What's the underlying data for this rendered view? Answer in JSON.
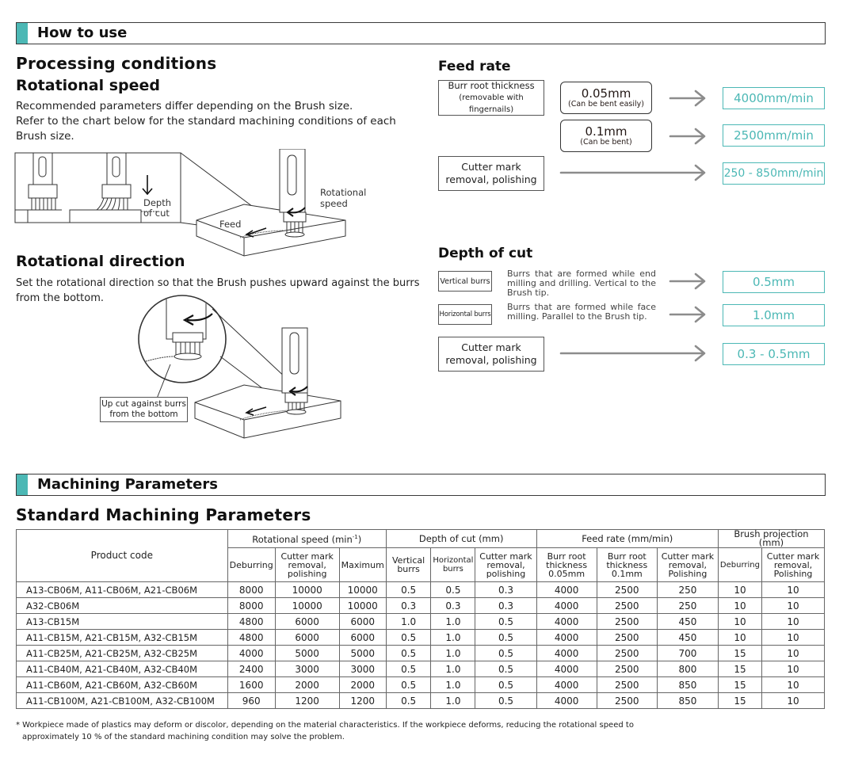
{
  "how_to_use": {
    "section_title": "How to use",
    "processing_conditions": "Processing conditions",
    "rotational_speed": {
      "title": "Rotational speed",
      "line1": "Recommended parameters differ depending on the Brush size.",
      "line2": "Refer to the chart below for the standard machining conditions of each",
      "line3": "Brush size."
    },
    "illustration1": {
      "depth_of_cut_line1": "Depth",
      "depth_of_cut_line2": "of cut",
      "rotational_line1": "Rotational",
      "rotational_line2": "speed",
      "feed": "Feed"
    },
    "rotational_direction": {
      "title": "Rotational direction",
      "line1": "Set the rotational direction so that the Brush pushes upward against the burrs",
      "line2": "from the bottom."
    },
    "illustration2": {
      "callout_line1": "Up cut against burrs",
      "callout_line2": "from the bottom"
    },
    "feed_rate": {
      "title": "Feed rate",
      "burr_root_line1": "Burr root thickness",
      "burr_root_line2": "(removable with fingernails)",
      "opt1_value": "0.05mm",
      "opt1_note": "(Can be bent easily)",
      "opt1_result": "4000mm/min",
      "opt2_value": "0.1mm",
      "opt2_note": "(Can be bent)",
      "opt2_result": "2500mm/min",
      "cutter_line1": "Cutter mark",
      "cutter_line2": "removal, polishing",
      "cutter_result": "250 - 850mm/min"
    },
    "depth_of_cut": {
      "title": "Depth of cut",
      "vertical_label": "Vertical burrs",
      "vertical_desc": "Burrs that are formed while end milling and drilling. Vertical to the Brush tip.",
      "vertical_result": "0.5mm",
      "horizontal_label": "Horizontal burrs",
      "horizontal_desc": "Burrs that are formed while face milling. Parallel to the Brush tip.",
      "horizontal_result": "1.0mm",
      "cutter_line1": "Cutter mark",
      "cutter_line2": "removal, polishing",
      "cutter_result": "0.3 - 0.5mm"
    }
  },
  "machining": {
    "section_title": "Machining Parameters",
    "table_title": "Standard Machining Parameters",
    "headers": {
      "product_code": "Product code",
      "rot_speed": "Rotational speed (min",
      "rot_speed_sup": "-1",
      "rot_speed_close": ")",
      "depth": "Depth of cut (mm)",
      "feed": "Feed rate (mm/min)",
      "projection": "Brush projection (mm)",
      "deburring": "Deburring",
      "cutter_removal": "Cutter mark removal, polishing",
      "maximum": "Maximum",
      "vertical_burrs": "Vertical burrs",
      "horizontal_burrs": "Horizontal burrs",
      "burr_005": "Burr root thickness 0.05mm",
      "burr_01": "Burr root thickness 0.1mm",
      "cutter_removal_cap": "Cutter mark removal, Polishing"
    },
    "rows": [
      [
        "A13-CB06M, A11-CB06M, A21-CB06M",
        "8000",
        "10000",
        "10000",
        "0.5",
        "0.5",
        "0.3",
        "4000",
        "2500",
        "250",
        "10",
        "10"
      ],
      [
        "A32-CB06M",
        "8000",
        "10000",
        "10000",
        "0.3",
        "0.3",
        "0.3",
        "4000",
        "2500",
        "250",
        "10",
        "10"
      ],
      [
        "A13-CB15M",
        "4800",
        "6000",
        "6000",
        "1.0",
        "1.0",
        "0.5",
        "4000",
        "2500",
        "450",
        "10",
        "10"
      ],
      [
        "A11-CB15M, A21-CB15M, A32-CB15M",
        "4800",
        "6000",
        "6000",
        "0.5",
        "1.0",
        "0.5",
        "4000",
        "2500",
        "450",
        "10",
        "10"
      ],
      [
        "A11-CB25M, A21-CB25M, A32-CB25M",
        "4000",
        "5000",
        "5000",
        "0.5",
        "1.0",
        "0.5",
        "4000",
        "2500",
        "700",
        "15",
        "10"
      ],
      [
        "A11-CB40M, A21-CB40M, A32-CB40M",
        "2400",
        "3000",
        "3000",
        "0.5",
        "1.0",
        "0.5",
        "4000",
        "2500",
        "800",
        "15",
        "10"
      ],
      [
        "A11-CB60M, A21-CB60M, A32-CB60M",
        "1600",
        "2000",
        "2000",
        "0.5",
        "1.0",
        "0.5",
        "4000",
        "2500",
        "850",
        "15",
        "10"
      ],
      [
        "A11-CB100M, A21-CB100M, A32-CB100M",
        "960",
        "1200",
        "1200",
        "0.5",
        "1.0",
        "0.5",
        "4000",
        "2500",
        "850",
        "15",
        "10"
      ]
    ],
    "note_line1": "* Workpiece made of plastics may deform or discolor, depending on the material characteristics.  If the workpiece deforms, reducing the rotational speed to",
    "note_line2": "approximately 10 % of the standard machining condition may solve the problem."
  },
  "colors": {
    "accent": "#4cb8b5",
    "arrow_gray": "#8c8c8c",
    "border": "#3a3a3a"
  }
}
